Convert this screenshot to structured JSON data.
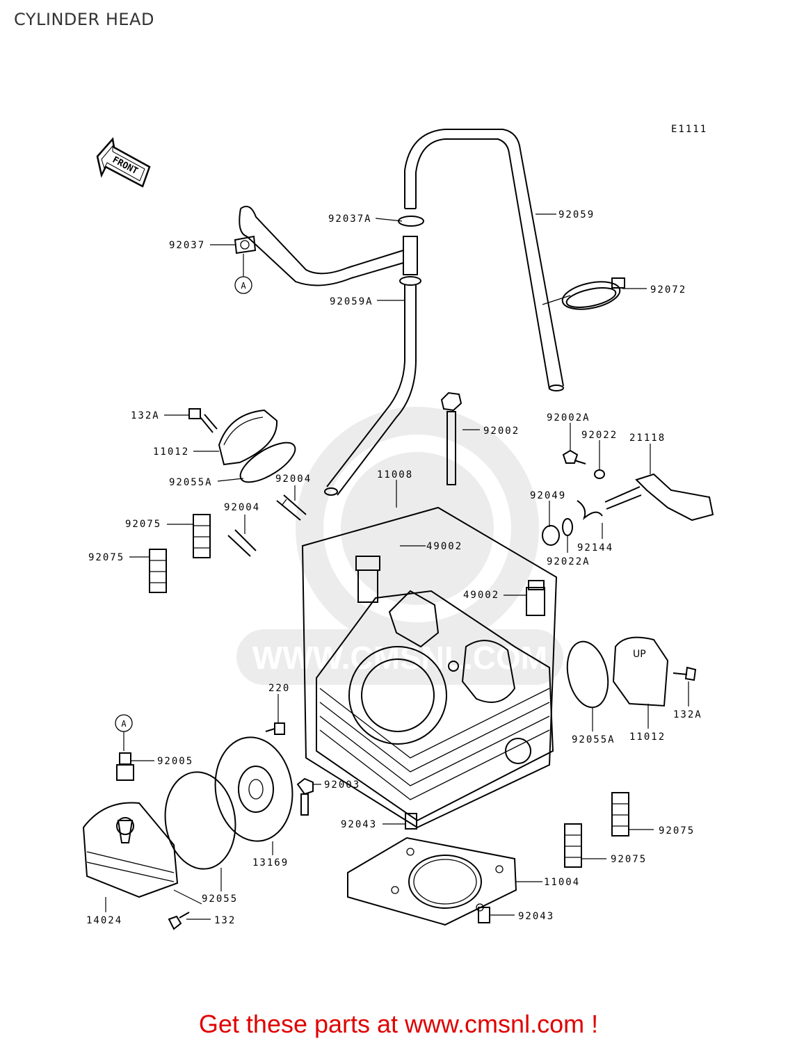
{
  "title": "CYLINDER HEAD",
  "diagram_code": "E1111",
  "front_label": "FRONT",
  "ref_marker": "A",
  "watermark": "WWW.CMSNL.COM",
  "footer": "Get these parts at www.cmsnl.com !",
  "parts": {
    "p92037A": "92037A",
    "p92059": "92059",
    "p92037": "92037",
    "p92072": "92072",
    "p92059A": "92059A",
    "p132A_top": "132A",
    "p92002": "92002",
    "p92002A": "92002A",
    "p92022": "92022",
    "p21118": "21118",
    "p11012_top": "11012",
    "p92055A_top": "92055A",
    "p92004_a": "92004",
    "p11008": "11008",
    "p92049": "92049",
    "p92004_b": "92004",
    "p92075_a": "92075",
    "p49002_a": "49002",
    "p92144": "92144",
    "p92075_b": "92075",
    "p92022A": "92022A",
    "p49002_b": "49002",
    "p220": "220",
    "p132A_right": "132A",
    "p92055A_right": "92055A",
    "p11012_right": "11012",
    "p92005": "92005",
    "p92003": "92003",
    "p92043_a": "92043",
    "p92075_c": "92075",
    "p13169": "13169",
    "p92075_d": "92075",
    "p11004": "11004",
    "p92055": "92055",
    "p14024": "14024",
    "p132": "132",
    "p92043_b": "92043"
  }
}
